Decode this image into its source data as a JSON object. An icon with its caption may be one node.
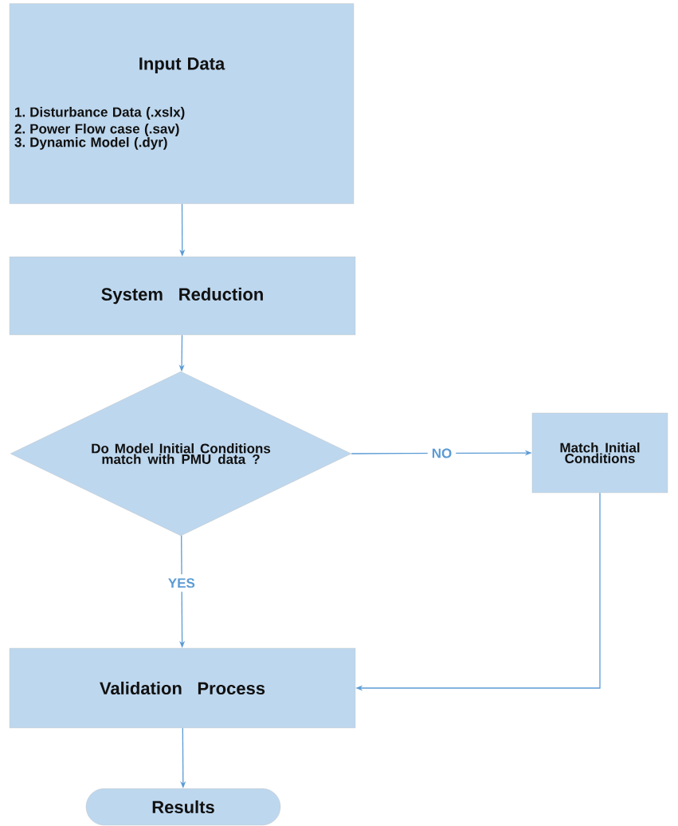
{
  "diagram": {
    "nodes": [
      {
        "text": [
          "Input Data",
          "1. Disturbance Data (.xslx)",
          "2. Power Flow case (.sav)",
          "3. Dynamic Model (.dyr)"
        ]
      },
      {
        "text": [
          "System Reduction"
        ]
      },
      {
        "text": [
          "Do Model Initial Conditions match with PMU data ?"
        ]
      },
      {
        "text": [
          "Match Initial Conditions"
        ]
      },
      {
        "text": [
          "Validation Process"
        ]
      },
      {
        "text": [
          "Results"
        ]
      }
    ],
    "edges": [
      {
        "from": 0,
        "to": 1,
        "arrow": "to"
      },
      {
        "from": 1,
        "to": 2,
        "arrow": "to"
      },
      {
        "from": 2,
        "to": 3,
        "arrow": "to",
        "label": "NO"
      },
      {
        "from": 2,
        "to": 4,
        "arrow": "to",
        "label": "YES"
      },
      {
        "from": 3,
        "to": 4,
        "arrow": "to"
      },
      {
        "from": 4,
        "to": 5,
        "arrow": "to"
      }
    ]
  }
}
